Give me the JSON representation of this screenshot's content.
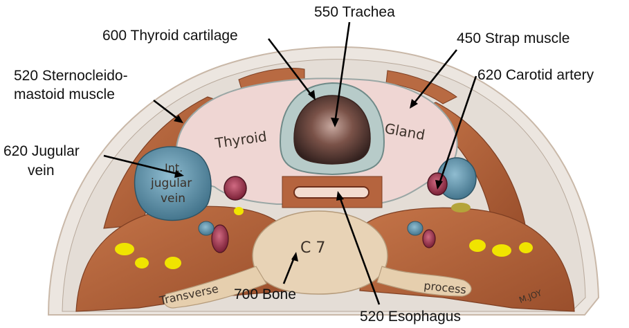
{
  "labels": {
    "trachea": "550 Trachea",
    "thyroid_cartilage": "600 Thyroid cartilage",
    "strap_muscle": "450 Strap muscle",
    "scm_line1": "520 Sternocleido-",
    "scm_line2": "mastoid muscle",
    "carotid": "620 Carotid artery",
    "jugular_line1": "620 Jugular",
    "jugular_line2": "vein",
    "bone": "700 Bone",
    "esophagus": "520 Esophagus"
  },
  "image_text": {
    "thyroid": "Thyroid",
    "gland": "Gland",
    "int": "Int.",
    "jugular": "jugular",
    "vein": "vein",
    "vertebra": "C 7",
    "transverse": "Transverse",
    "process": "process",
    "signature": "M.JOY"
  },
  "colors": {
    "muscle": "#b0623a",
    "skin": "#ece6e0",
    "gland": "#efd6d3",
    "vein": "#5b8ea6",
    "artery": "#8e2a40",
    "bone": "#e8d3b6",
    "fat": "#f0e400",
    "leader": "#000000"
  }
}
